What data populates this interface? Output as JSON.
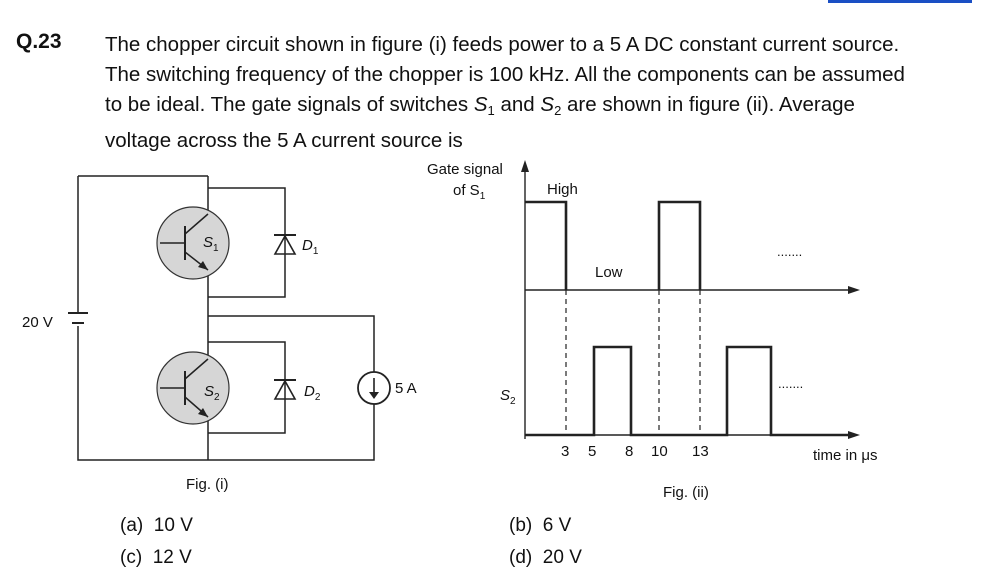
{
  "question": {
    "number": "Q.23",
    "line1": "The chopper circuit shown in figure (i) feeds power to a 5 A DC constant current source.",
    "line2": "The switching frequency of the chopper is 100 kHz. All the components can be assumed",
    "line3_a": "to be ideal. The gate signals of switches ",
    "s1_letter": "S",
    "s1_sub": "1",
    "line3_b": " and ",
    "s2_letter": "S",
    "s2_sub": "2",
    "line3_c": " are shown in figure (ii). Average",
    "line4": "voltage across the 5 A current source is"
  },
  "fig1": {
    "source_label": "20 V",
    "s1_letter": "S",
    "s1_sub": "1",
    "s2_letter": "S",
    "s2_sub": "2",
    "d1_letter": "D",
    "d1_sub": "1",
    "d2_letter": "D",
    "d2_sub": "2",
    "current_label": "5 A",
    "caption": "Fig. (i)"
  },
  "fig2": {
    "y_label_line1": "Gate signal",
    "y_label_line2": "of S",
    "y_label_sub": "1",
    "high_label": "High",
    "low_label": "Low",
    "s2_letter": "S",
    "s2_sub": "2",
    "ticks": [
      "3",
      "5",
      "8",
      "10",
      "13"
    ],
    "x_label": "time in μs",
    "ellipsis": ".......",
    "caption": "Fig. (ii)"
  },
  "options": [
    {
      "label": "(a)",
      "value": "10 V"
    },
    {
      "label": "(b)",
      "value": "6 V"
    },
    {
      "label": "(c)",
      "value": "12 V"
    },
    {
      "label": "(d)",
      "value": "20 V"
    }
  ]
}
